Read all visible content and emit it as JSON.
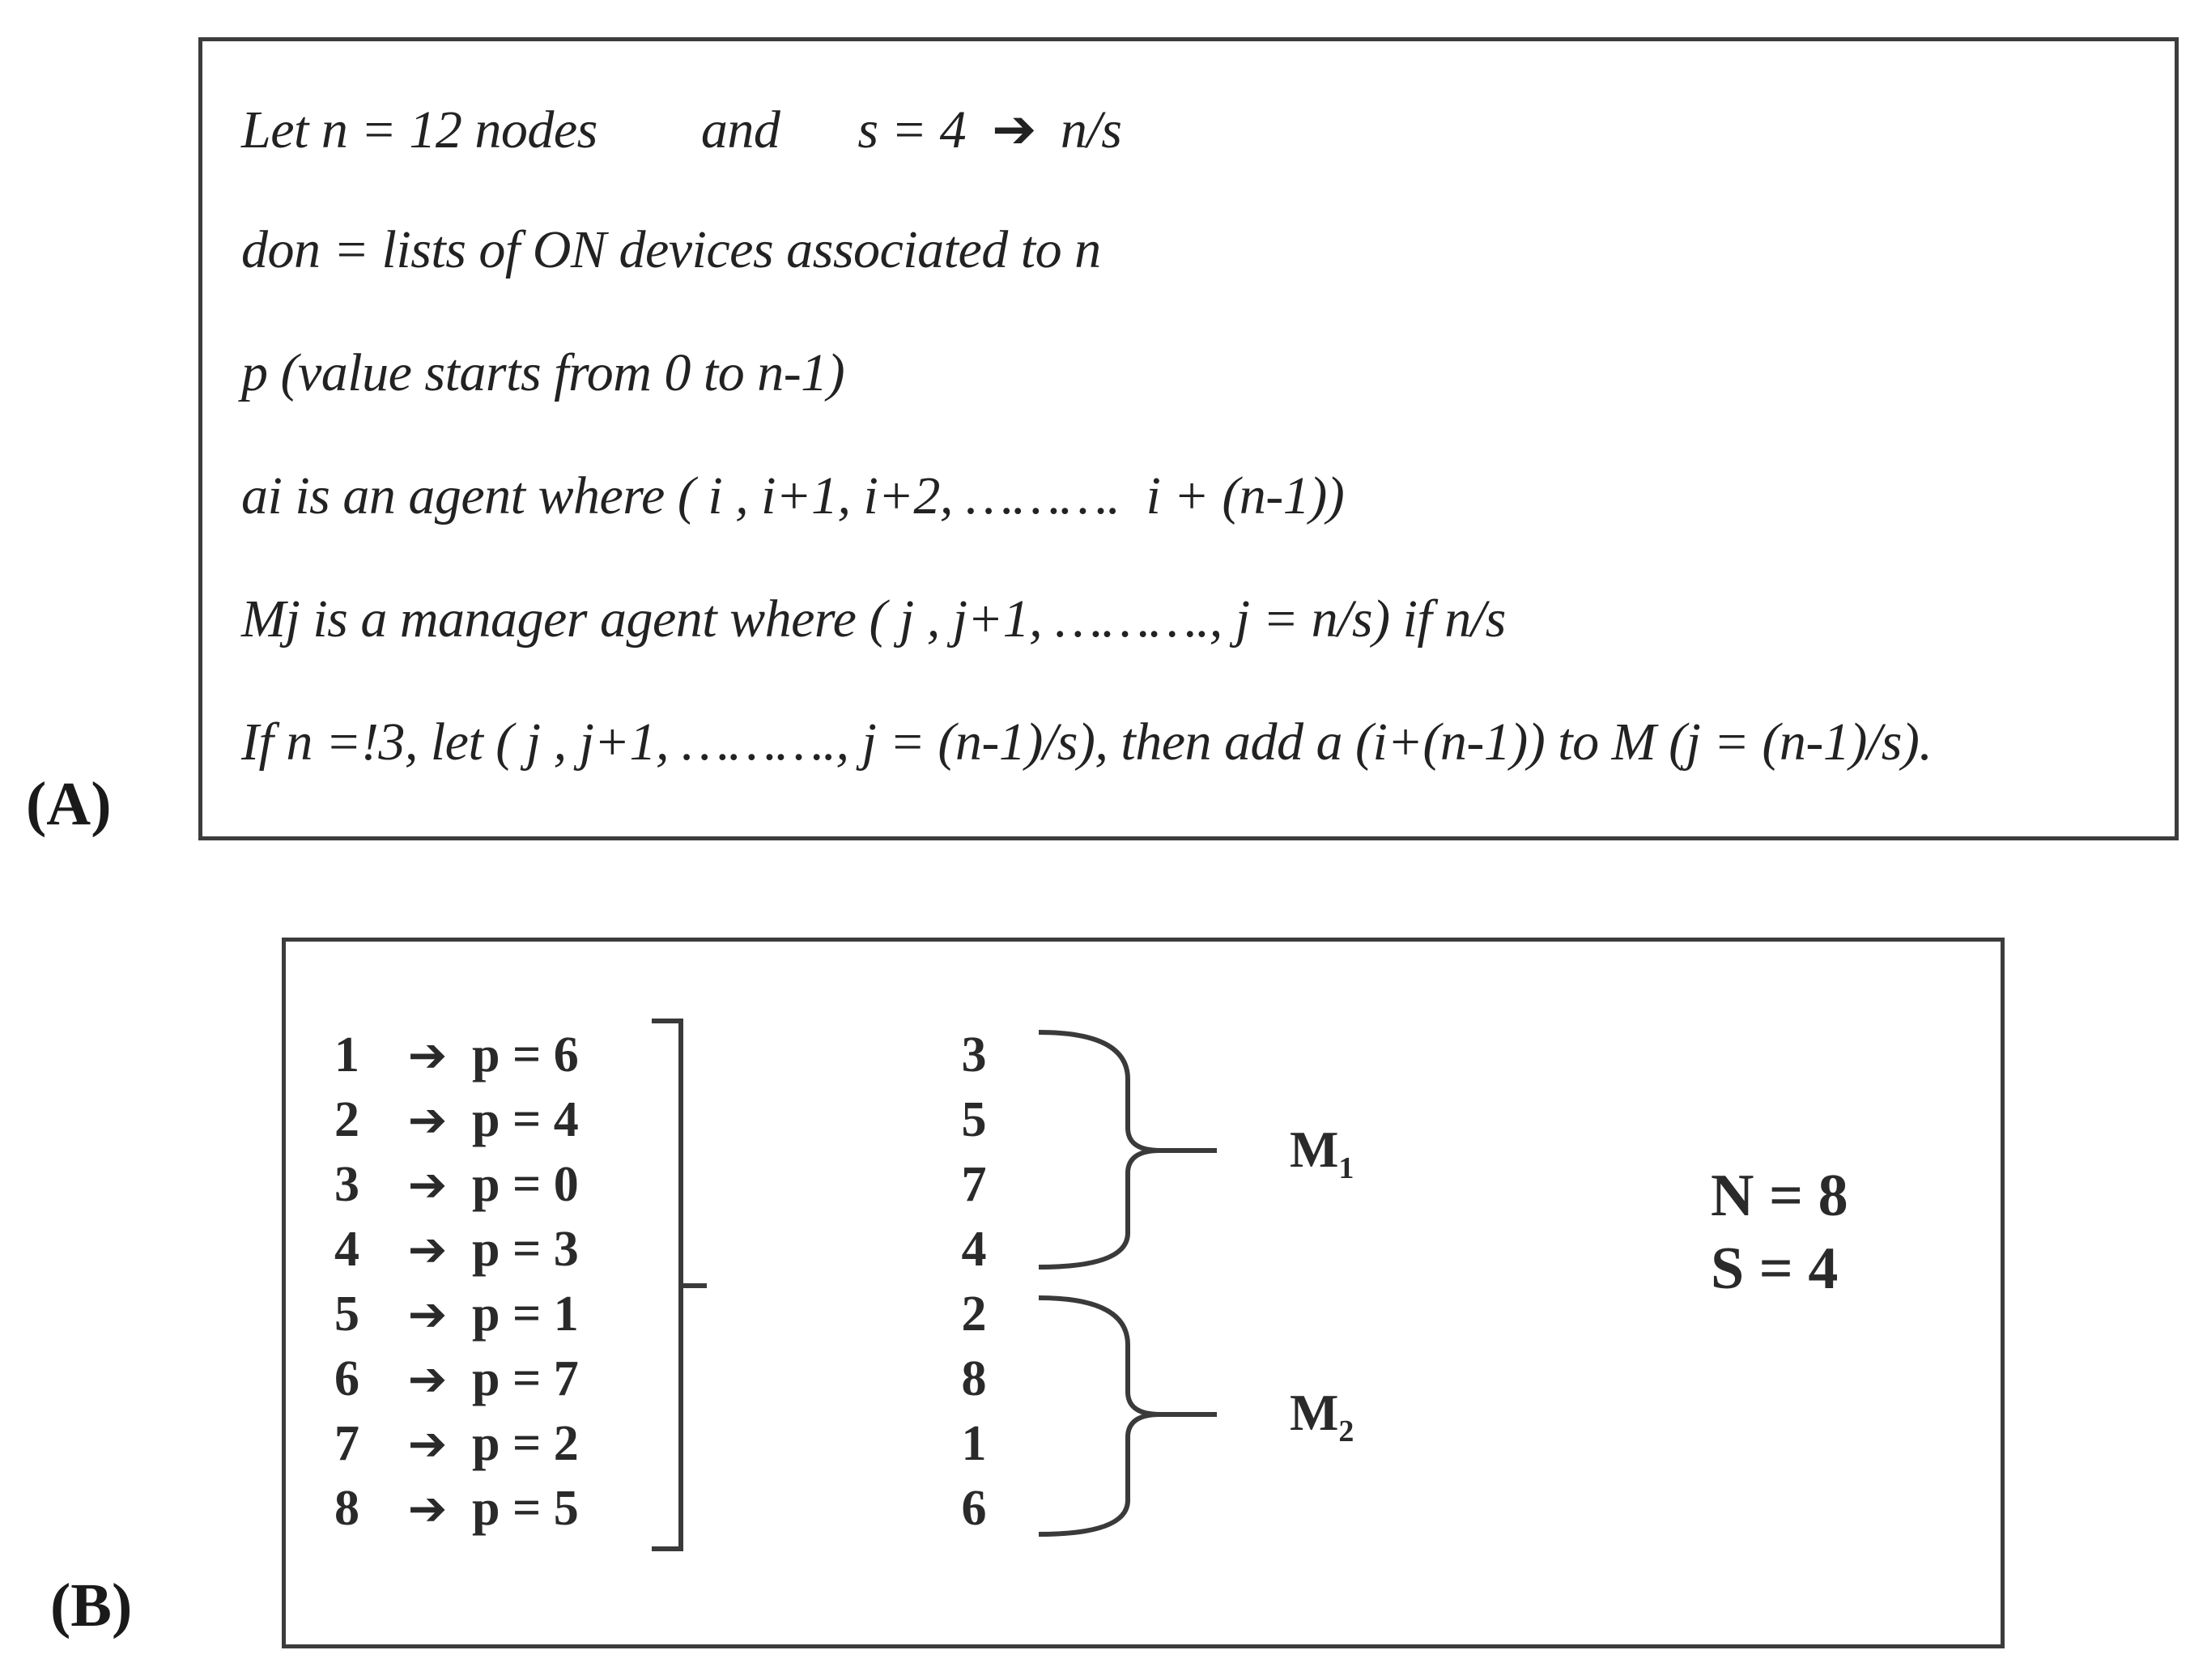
{
  "panel_a": {
    "label": "(A)",
    "lines": [
      "Let n = 12 nodes        and      s = 4  ",
      "don = lists of ON devices associated to n",
      "p (value starts from 0 to n-1)",
      "ai is an agent where ( i , i+1, i+2, ……….  i + (n-1))",
      "Mj is a manager agent where ( j , j+1, ………., j = n/s) if n/s",
      "If n =!3, let ( j , j+1, ………., j = (n-1)/s), then add a (i+(n-1)) to M (j = (n-1)/s)."
    ],
    "line1_tail": "n/s"
  },
  "panel_b": {
    "label": "(B)",
    "mappings": [
      {
        "node": "1",
        "eq": "p = 6"
      },
      {
        "node": "2",
        "eq": "p = 4"
      },
      {
        "node": "3",
        "eq": "p = 0"
      },
      {
        "node": "4",
        "eq": "p = 3"
      },
      {
        "node": "5",
        "eq": "p = 1"
      },
      {
        "node": "6",
        "eq": "p = 7"
      },
      {
        "node": "7",
        "eq": "p = 2"
      },
      {
        "node": "8",
        "eq": "p = 5"
      }
    ],
    "ordered_nodes": [
      "3",
      "5",
      "7",
      "4",
      "2",
      "8",
      "1",
      "6"
    ],
    "managers": [
      {
        "base": "M",
        "sub": "1"
      },
      {
        "base": "M",
        "sub": "2"
      }
    ],
    "params": [
      "N = 8",
      "S = 4"
    ]
  }
}
